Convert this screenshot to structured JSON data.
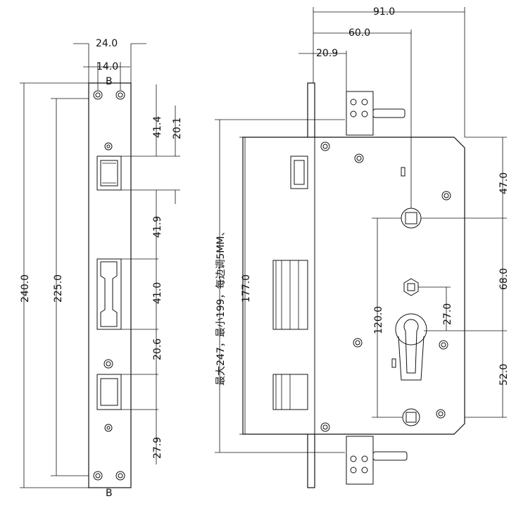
{
  "diagram": {
    "left_view": {
      "dims": {
        "w_top": "24.0",
        "w_inner": "14.0",
        "total_h": "240.0",
        "hole_span": "225.0",
        "d1": "41.4",
        "d2": "20.1",
        "d3": "41.9",
        "d4": "41.0",
        "d5": "20.6",
        "d6": "27.9"
      },
      "mark_top": "B",
      "mark_bottom": "B"
    },
    "right_view": {
      "dims": {
        "w_total": "91.0",
        "w_spindle": "60.0",
        "w_face": "20.9",
        "h_177": "177.0",
        "h_47": "47.0",
        "h_68": "68.0",
        "h_52": "52.0",
        "h_120": "120.0",
        "h_27": "27.0"
      },
      "note": "最大247，最小199，每边调5MM、"
    }
  }
}
